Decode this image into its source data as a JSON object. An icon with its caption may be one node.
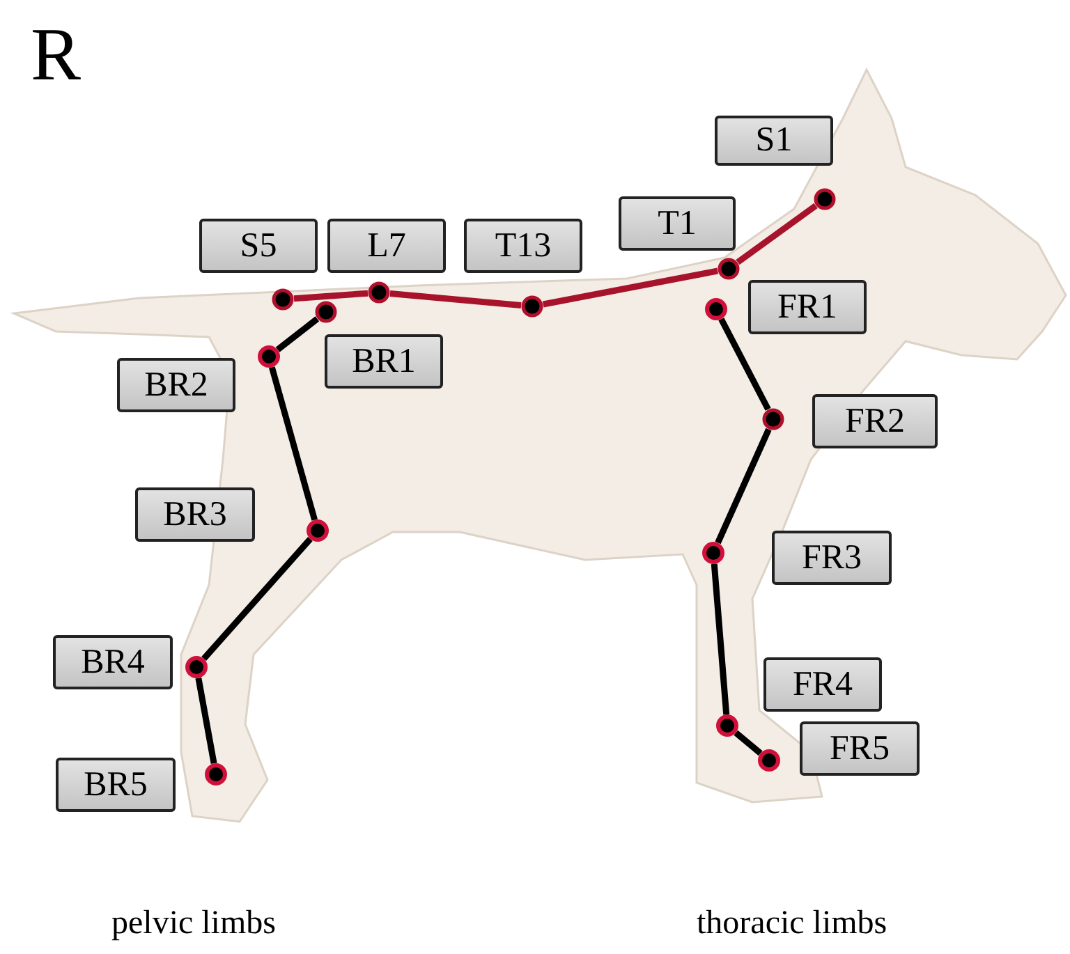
{
  "diagram": {
    "nodes": [
      {
        "text": [
          "S1"
        ]
      },
      {
        "text": [
          "T1"
        ]
      },
      {
        "text": [
          "S5"
        ]
      },
      {
        "text": [
          "L7"
        ]
      },
      {
        "text": [
          "T13"
        ]
      },
      {
        "text": [
          "FR1"
        ]
      },
      {
        "text": [
          "BR2"
        ]
      },
      {
        "text": [
          "BR1"
        ]
      },
      {
        "text": [
          "FR2"
        ]
      },
      {
        "text": [
          "BR3"
        ]
      },
      {
        "text": [
          "FR3"
        ]
      },
      {
        "text": [
          "BR4"
        ]
      },
      {
        "text": [
          "FR4"
        ]
      },
      {
        "text": [
          "FR5"
        ]
      },
      {
        "text": [
          "BR5"
        ]
      },
      {
        "text": [],
        "shape": "circle"
      },
      {
        "text": [],
        "shape": "circle"
      },
      {
        "text": [],
        "shape": "circle"
      },
      {
        "text": [],
        "shape": "circle"
      },
      {
        "text": [],
        "shape": "circle"
      },
      {
        "text": [],
        "shape": "circle"
      },
      {
        "text": [],
        "shape": "circle"
      },
      {
        "text": [],
        "shape": "circle"
      },
      {
        "text": [],
        "shape": "circle"
      },
      {
        "text": [],
        "shape": "circle"
      },
      {
        "text": [],
        "shape": "circle"
      },
      {
        "text": [],
        "shape": "circle"
      },
      {
        "text": [],
        "shape": "circle"
      },
      {
        "text": [],
        "shape": "circle"
      },
      {
        "text": [],
        "shape": "circle"
      }
    ],
    "edges": [
      {
        "from": 15,
        "to": 16,
        "arrow": "none",
        "color": "#a8132c"
      },
      {
        "from": 16,
        "to": 17,
        "arrow": "none",
        "color": "#a8132c"
      },
      {
        "from": 17,
        "to": 18,
        "arrow": "none",
        "color": "#a8132c"
      },
      {
        "from": 18,
        "to": 19,
        "arrow": "none",
        "color": "#a8132c"
      },
      {
        "from": 20,
        "to": 21,
        "arrow": "none"
      },
      {
        "from": 21,
        "to": 22,
        "arrow": "none"
      },
      {
        "from": 22,
        "to": 23,
        "arrow": "none"
      },
      {
        "from": 23,
        "to": 24,
        "arrow": "none"
      },
      {
        "from": 25,
        "to": 26,
        "arrow": "none"
      },
      {
        "from": 26,
        "to": 27,
        "arrow": "none"
      },
      {
        "from": 27,
        "to": 28,
        "arrow": "none"
      },
      {
        "from": 28,
        "to": 29,
        "arrow": "none"
      }
    ],
    "labels": [
      "R",
      "pelvic limbs",
      "thoracic limbs"
    ]
  }
}
